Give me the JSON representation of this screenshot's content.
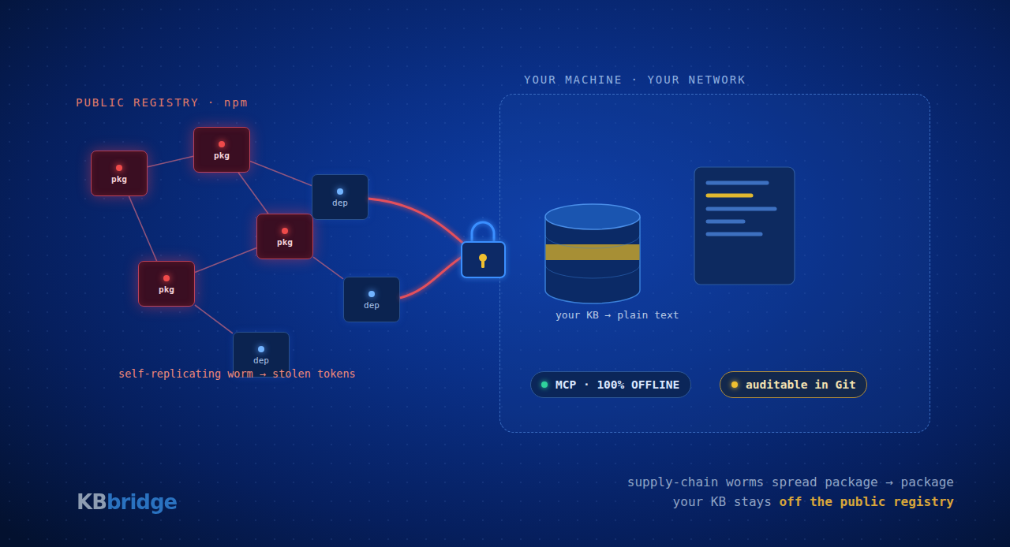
{
  "diagram": {
    "nodes": [
      {
        "text": [
          "pkg"
        ]
      },
      {
        "text": [
          "pkg"
        ]
      },
      {
        "text": [
          "pkg"
        ]
      },
      {
        "text": [
          "pkg"
        ]
      },
      {
        "text": [
          "dep"
        ]
      },
      {
        "text": [
          "dep"
        ]
      },
      {
        "text": [
          "dep"
        ]
      },
      {
        "text": [
          "YOUR MACHINE · YOUR NETWORK"
        ]
      },
      {
        "text": [
          "your KB → plain text"
        ],
        "in": 7
      },
      {
        "text": [
          "MCP · 100% OFFLINE"
        ],
        "in": 7
      },
      {
        "text": [
          "auditable in Git"
        ],
        "in": 7
      }
    ],
    "edges": [
      {
        "from": 0,
        "to": 1,
        "arrow": "none"
      },
      {
        "from": 0,
        "to": 3,
        "arrow": "none"
      },
      {
        "from": 1,
        "to": 2,
        "arrow": "none"
      },
      {
        "from": 1,
        "to": 4,
        "arrow": "none"
      },
      {
        "from": 2,
        "to": 3,
        "arrow": "none"
      },
      {
        "from": 2,
        "to": 5,
        "arrow": "none"
      },
      {
        "from": 3,
        "to": 6,
        "arrow": "none"
      }
    ],
    "labels": [
      "PUBLIC REGISTRY · npm",
      "self-replicating worm → stolen tokens",
      "KBbridge",
      "supply-chain worms spread package → package",
      "your KB stays",
      "off the public registry"
    ]
  }
}
